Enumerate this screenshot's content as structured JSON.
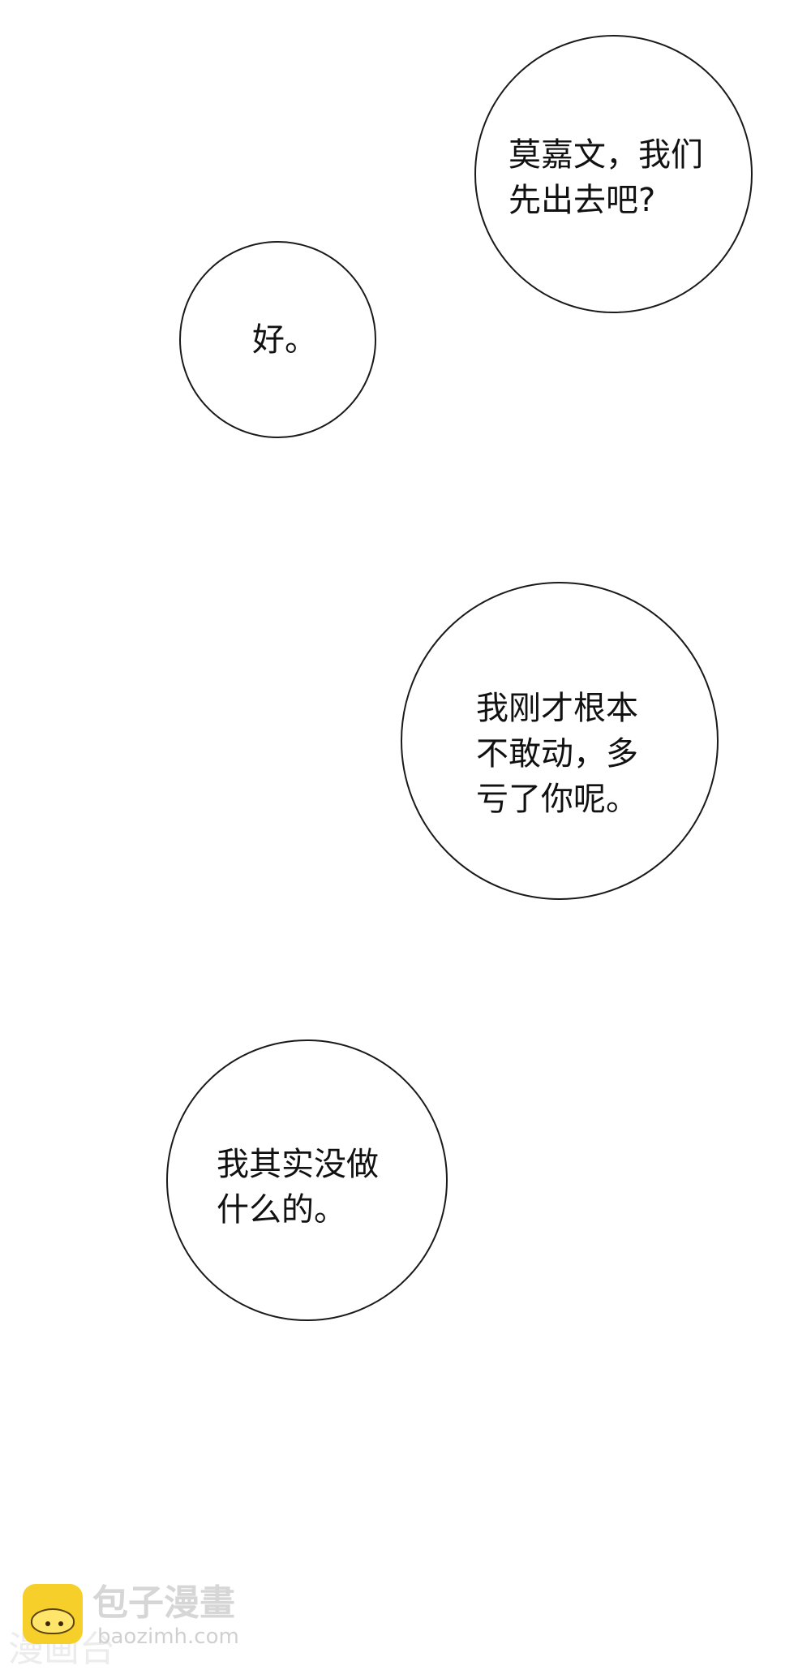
{
  "bubbles": [
    {
      "text": "莫嘉文，我们\n先出去吧?"
    },
    {
      "text": "好。"
    },
    {
      "text": "我刚才根本\n不敢动，多\n亏了你呢。"
    },
    {
      "text": "我其实没做\n什么的。"
    }
  ],
  "watermark": {
    "logo_icon": "bun-mascot-icon",
    "site_name": "包子漫畫",
    "url": "baozimh.com",
    "ghost_text": "漫画台",
    "brand_color": "#f6cf2a"
  }
}
